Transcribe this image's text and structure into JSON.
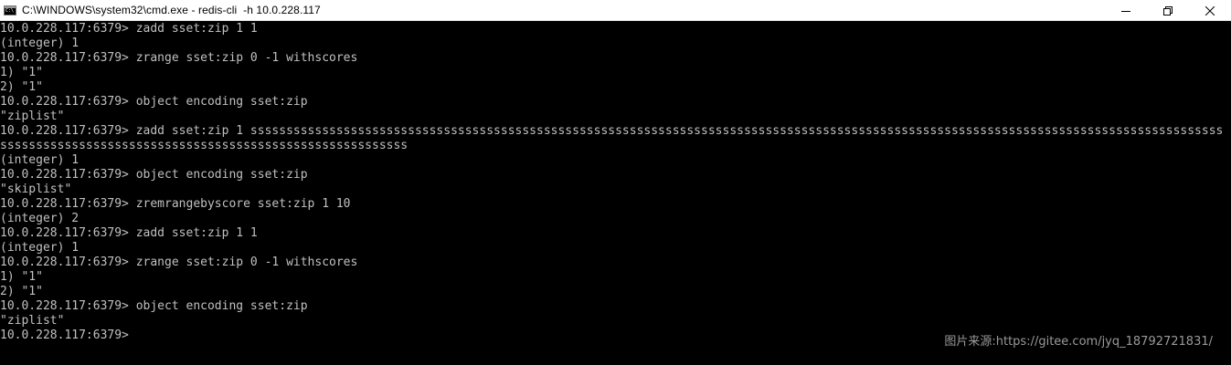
{
  "window": {
    "title": "C:\\WINDOWS\\system32\\cmd.exe - redis-cli  -h 10.0.228.117",
    "icon": "console-icon",
    "controls": {
      "minimize": "minimize-icon",
      "maximize": "restore-icon",
      "close": "close-icon"
    }
  },
  "console": {
    "lines": [
      "10.0.228.117:6379> zadd sset:zip 1 1",
      "(integer) 1",
      "10.0.228.117:6379> zrange sset:zip 0 -1 withscores",
      "1) \"1\"",
      "2) \"1\"",
      "10.0.228.117:6379> object encoding sset:zip",
      "\"ziplist\"",
      "10.0.228.117:6379> zadd sset:zip 1 ssssssssssssssssssssssssssssssssssssssssssssssssssssssssssssssssssssssssssssssssssssssssssssssssssssssssssssssssssssssssssssssssssssssss",
      "sssssssssssssssssssssssssssssssssssssssssssssssssssssssss",
      "(integer) 1",
      "10.0.228.117:6379> object encoding sset:zip",
      "\"skiplist\"",
      "10.0.228.117:6379> zremrangebyscore sset:zip 1 10",
      "(integer) 2",
      "10.0.228.117:6379> zadd sset:zip 1 1",
      "(integer) 1",
      "10.0.228.117:6379> zrange sset:zip 0 -1 withscores",
      "1) \"1\"",
      "2) \"1\"",
      "10.0.228.117:6379> object encoding sset:zip",
      "\"ziplist\"",
      "10.0.228.117:6379>"
    ]
  },
  "watermark": "图片来源:https://gitee.com/jyq_18792721831/"
}
